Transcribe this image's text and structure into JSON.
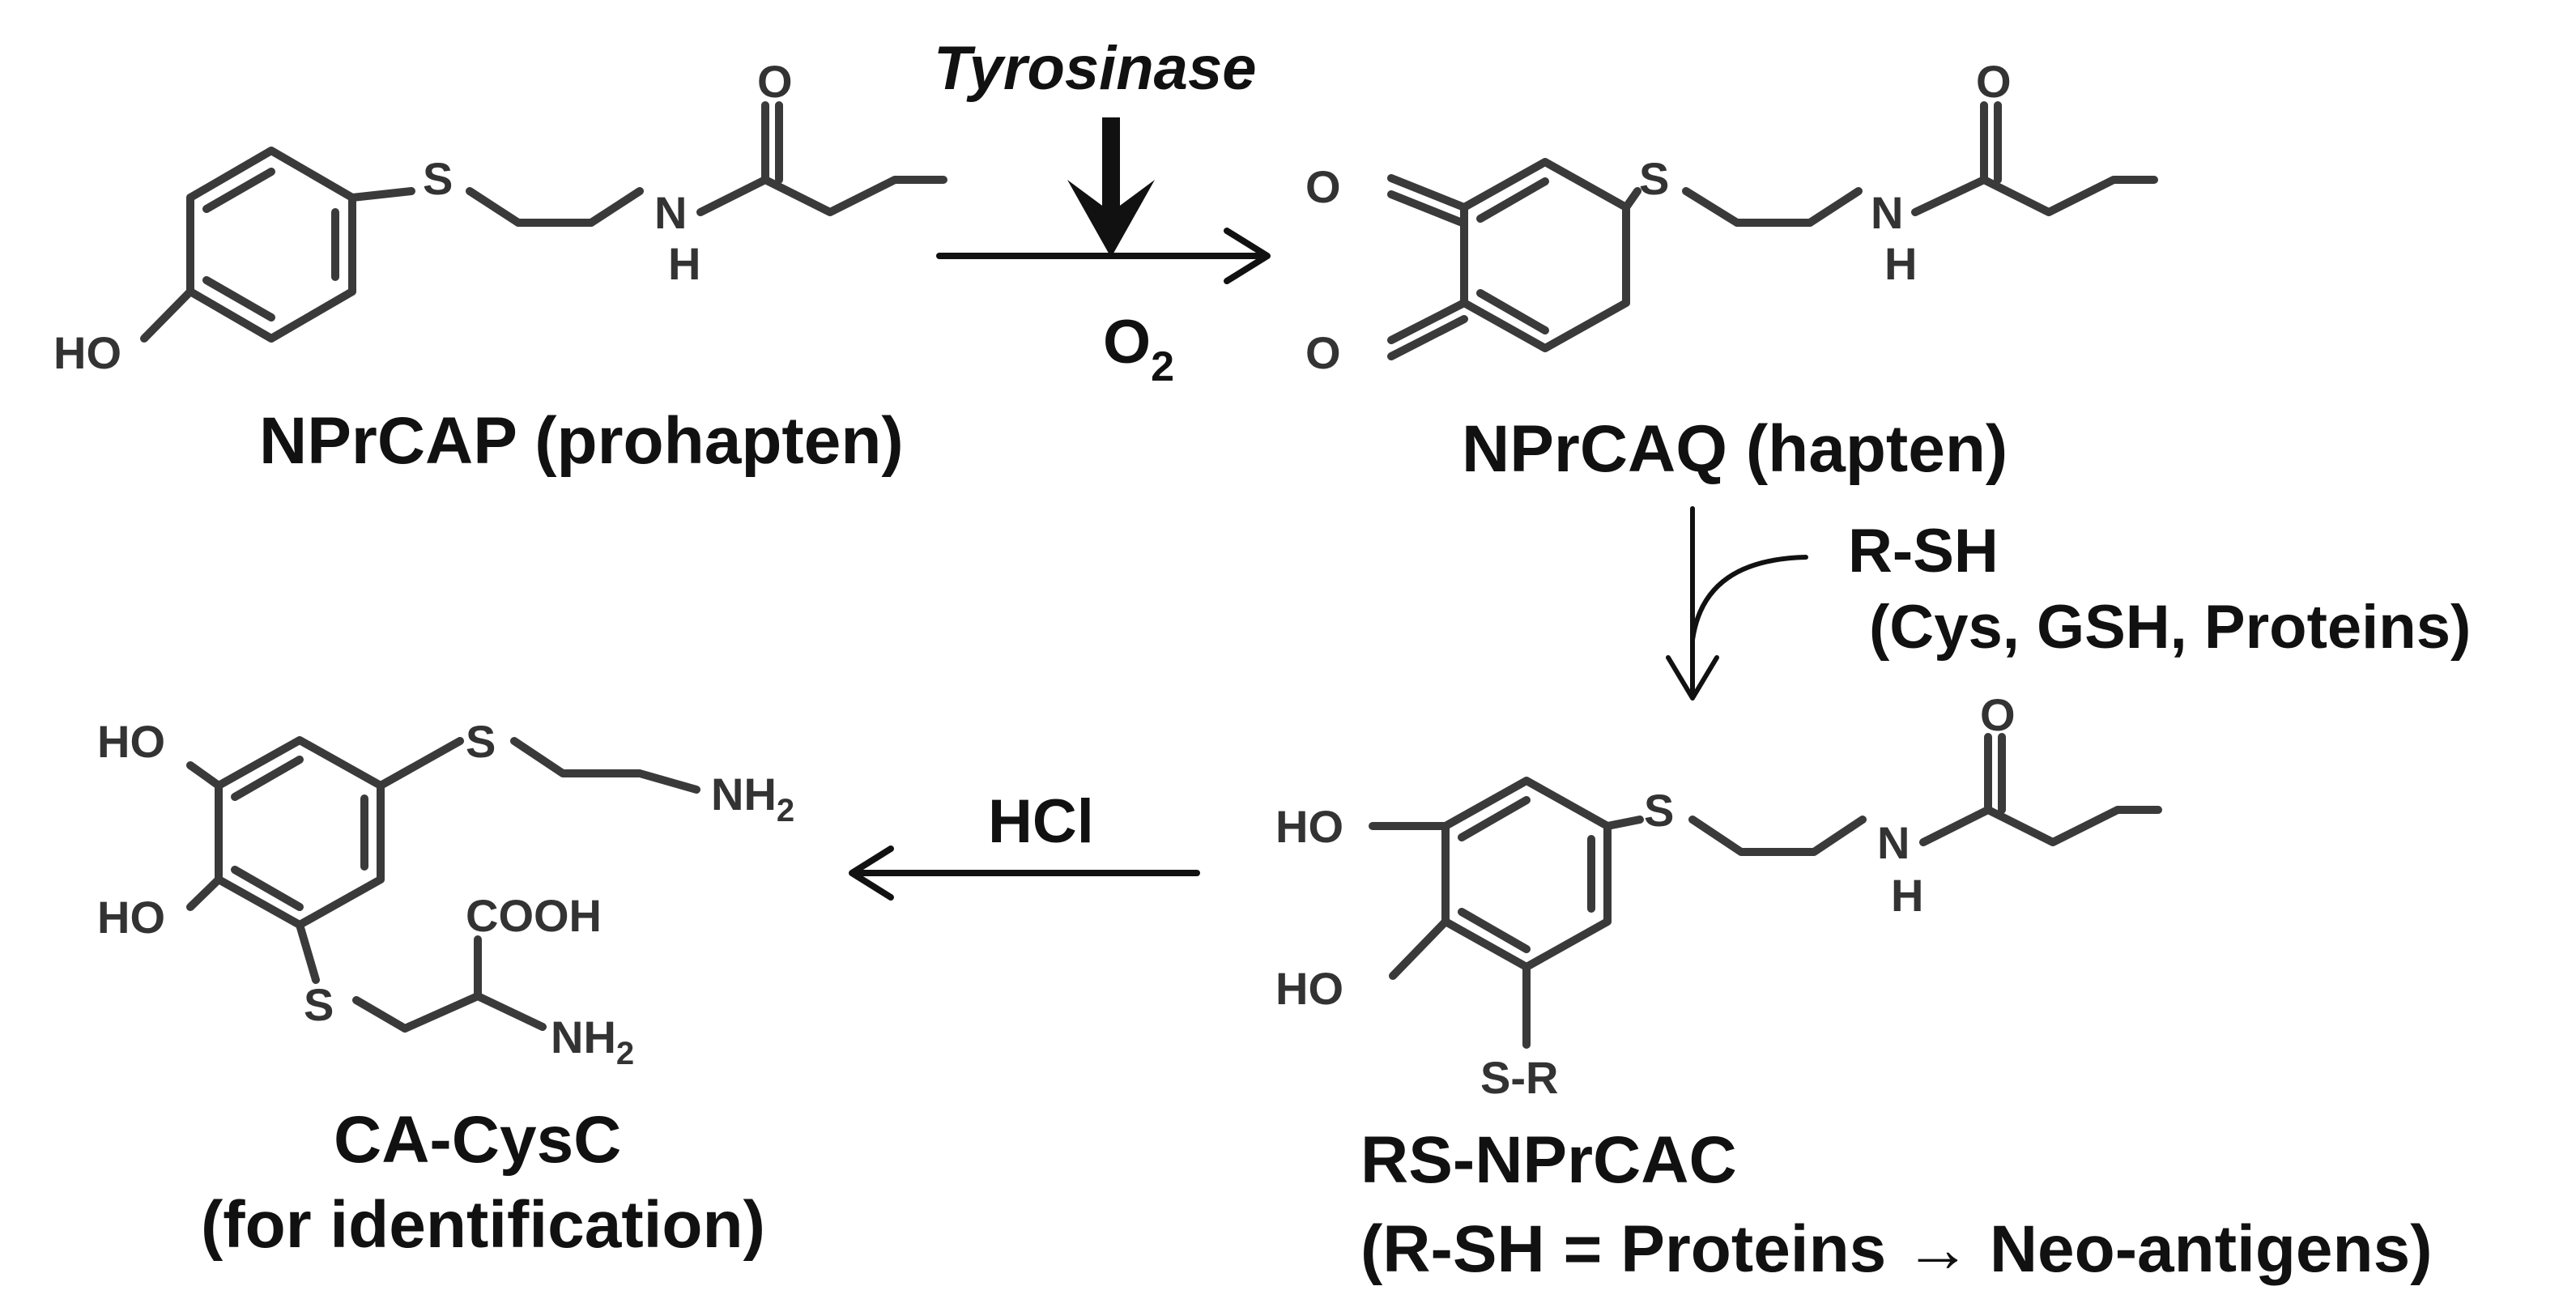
{
  "reagents": {
    "tyrosinase": "Tyrosinase",
    "o2_base": "O",
    "o2_sub": "2",
    "rsh": "R-SH",
    "rsh_examples": "(Cys, GSH, Proteins)",
    "hcl": "HCl"
  },
  "compounds": {
    "nprcap": {
      "label": "NPrCAP (prohapten)"
    },
    "nprcaq": {
      "label": "NPrCAQ (hapten)"
    },
    "rs_nprcac": {
      "label": "RS-NPrCAC",
      "note": "(R-SH = Proteins → Neo-antigens)"
    },
    "ca_cysc": {
      "label": "CA-CysC",
      "note": "(for identification)"
    }
  },
  "atoms": {
    "ho": "HO",
    "s": "S",
    "n": "N",
    "h": "H",
    "o": "O",
    "nh2_base": "NH",
    "nh2_sub": "2",
    "cooh": "COOH",
    "sr": "S-R"
  }
}
